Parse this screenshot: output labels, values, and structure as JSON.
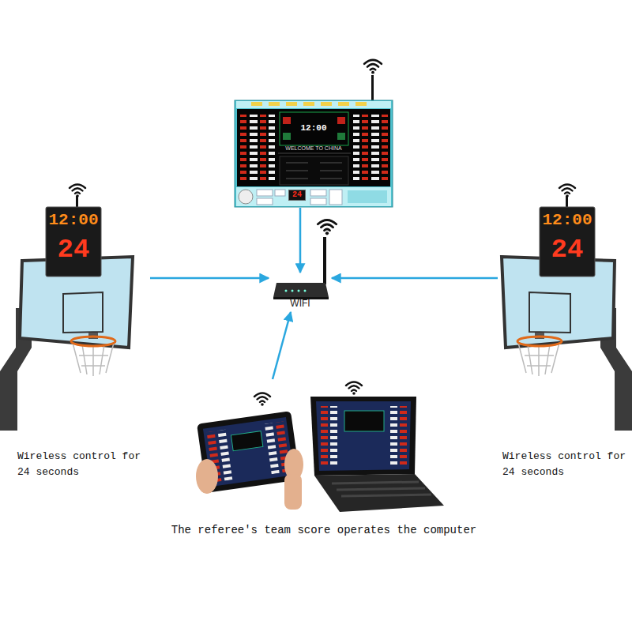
{
  "diagram": {
    "nodes": [
      {
        "text": [
          "12:00",
          "WELCOME TO CHINA",
          "24"
        ]
      },
      {
        "text": [
          "12:00",
          "24",
          "Wireless control for 24 seconds"
        ]
      },
      {
        "text": [
          "WIFI"
        ]
      },
      {
        "text": [
          "12:00",
          "24",
          "Wireless control for 24 seconds"
        ]
      },
      {
        "text": [
          "The referee's team score operates the computer"
        ]
      }
    ],
    "edges": [
      {
        "from": 0,
        "to": 2,
        "arrow": "to"
      },
      {
        "from": 1,
        "to": 2,
        "arrow": "to"
      },
      {
        "from": 3,
        "to": 2,
        "arrow": "to"
      },
      {
        "from": 4,
        "to": 2,
        "arrow": "to"
      }
    ]
  }
}
